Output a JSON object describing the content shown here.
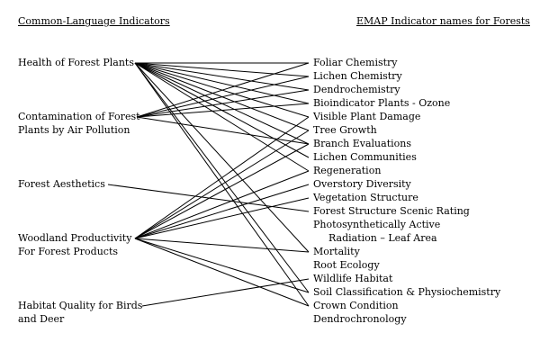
{
  "headers": {
    "left": "Common-Language Indicators",
    "right": "EMAP Indicator names for Forests"
  },
  "common_indicators": [
    {
      "line1": "Health of Forest Plants",
      "line2": ""
    },
    {
      "line1": "Contamination of Forest",
      "line2": "Plants by Air Pollution"
    },
    {
      "line1": "Forest Aesthetics",
      "line2": ""
    },
    {
      "line1": "Woodland Productivity",
      "line2": "For Forest Products"
    },
    {
      "line1": "Habitat Quality for Birds",
      "line2": "and Deer"
    }
  ],
  "emap_indicators": [
    {
      "line1": "Foliar Chemistry",
      "line2": ""
    },
    {
      "line1": "Lichen Chemistry",
      "line2": ""
    },
    {
      "line1": "Dendrochemistry",
      "line2": ""
    },
    {
      "line1": "Bioindicator Plants - Ozone",
      "line2": ""
    },
    {
      "line1": "Visible Plant Damage",
      "line2": ""
    },
    {
      "line1": "Tree Growth",
      "line2": ""
    },
    {
      "line1": "Branch Evaluations",
      "line2": ""
    },
    {
      "line1": "Lichen Communities",
      "line2": ""
    },
    {
      "line1": "Regeneration",
      "line2": ""
    },
    {
      "line1": "Overstory Diversity",
      "line2": ""
    },
    {
      "line1": "Vegetation Structure",
      "line2": ""
    },
    {
      "line1": "Forest Structure Scenic Rating",
      "line2": ""
    },
    {
      "line1": "Photosynthetically Active",
      "line2": "Radiation – Leaf Area"
    },
    {
      "line1": "Mortality",
      "line2": ""
    },
    {
      "line1": "Root Ecology",
      "line2": ""
    },
    {
      "line1": "Wildlife Habitat",
      "line2": ""
    },
    {
      "line1": "Soil Classification & Physiochemistry",
      "line2": ""
    },
    {
      "line1": "Crown Condition",
      "line2": ""
    },
    {
      "line1": "Dendrochronology",
      "line2": ""
    }
  ],
  "links": [
    {
      "from": "Health of Forest Plants",
      "to": "Foliar Chemistry"
    },
    {
      "from": "Health of Forest Plants",
      "to": "Lichen Chemistry"
    },
    {
      "from": "Health of Forest Plants",
      "to": "Dendrochemistry"
    },
    {
      "from": "Health of Forest Plants",
      "to": "Bioindicator Plants - Ozone"
    },
    {
      "from": "Health of Forest Plants",
      "to": "Visible Plant Damage"
    },
    {
      "from": "Health of Forest Plants",
      "to": "Tree Growth"
    },
    {
      "from": "Health of Forest Plants",
      "to": "Branch Evaluations"
    },
    {
      "from": "Health of Forest Plants",
      "to": "Lichen Communities"
    },
    {
      "from": "Health of Forest Plants",
      "to": "Regeneration"
    },
    {
      "from": "Health of Forest Plants",
      "to": "Mortality"
    },
    {
      "from": "Health of Forest Plants",
      "to": "Soil Classification & Physiochemistry"
    },
    {
      "from": "Health of Forest Plants",
      "to": "Crown Condition"
    },
    {
      "from": "Contamination of Forest",
      "to": "Foliar Chemistry"
    },
    {
      "from": "Contamination of Forest",
      "to": "Lichen Chemistry"
    },
    {
      "from": "Contamination of Forest",
      "to": "Dendrochemistry"
    },
    {
      "from": "Contamination of Forest",
      "to": "Bioindicator Plants - Ozone"
    },
    {
      "from": "Contamination of Forest",
      "to": "Branch Evaluations"
    },
    {
      "from": "Forest Aesthetics",
      "to": "Forest Structure Scenic Rating"
    },
    {
      "from": "Woodland Productivity",
      "to": "Visible Plant Damage"
    },
    {
      "from": "Woodland Productivity",
      "to": "Tree Growth"
    },
    {
      "from": "Woodland Productivity",
      "to": "Branch Evaluations"
    },
    {
      "from": "Woodland Productivity",
      "to": "Regeneration"
    },
    {
      "from": "Woodland Productivity",
      "to": "Overstory Diversity"
    },
    {
      "from": "Woodland Productivity",
      "to": "Vegetation Structure"
    },
    {
      "from": "Woodland Productivity",
      "to": "Mortality"
    },
    {
      "from": "Woodland Productivity",
      "to": "Soil Classification & Physiochemistry"
    },
    {
      "from": "Woodland Productivity",
      "to": "Crown Condition"
    },
    {
      "from": "Habitat Quality for Birds",
      "to": "Wildlife Habitat"
    }
  ]
}
